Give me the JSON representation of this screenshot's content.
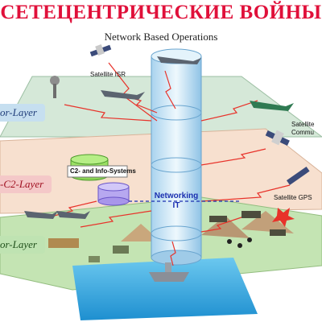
{
  "title": "СЕТЕЦЕНТРИЧЕСКИЕ ВОЙНЫ",
  "subtitle": "Network Based Operations",
  "layers": {
    "sensor_top": "or-Layer",
    "c2": "-C2-Layer",
    "sensor_bottom": "or-Layer"
  },
  "labels": {
    "satellite_isr": "Satellite ISR",
    "satellite_comm_line1": "Satellite",
    "satellite_comm_line2": "Commu",
    "satellite_gps": "Satellite GPS",
    "c2_systems": "C2- and Info-Systems",
    "networking_line1": "Networking",
    "networking_line2": "IT"
  },
  "colors": {
    "title": "#e0103a",
    "top_plane": "#cfe4d3",
    "middle_plane": "#f6dcc9",
    "bottom_plane": "#bfe0ad",
    "water": "#2aa7e0",
    "cylinder": "#cfe9f7",
    "links": "#e8322a"
  }
}
